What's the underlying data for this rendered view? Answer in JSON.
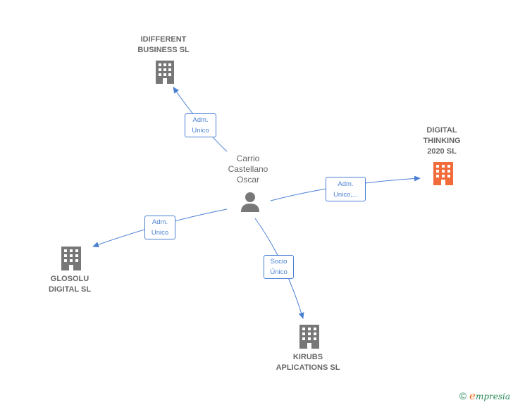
{
  "colors": {
    "edge": "#4a7fd4",
    "company": "#777777",
    "highlight": "#f26b3a",
    "person": "#777777"
  },
  "nodes": {
    "person": {
      "label": "Carrio\nCastellano\nOscar",
      "icon": "person-icon"
    },
    "idifferent": {
      "label": "IDIFFERENT\nBUSINESS  SL",
      "icon": "building-icon"
    },
    "digital_thinking": {
      "label": "DIGITAL\nTHINKING\n2020  SL",
      "icon": "building-icon"
    },
    "glosolu": {
      "label": "GLOSOLU\nDIGITAL  SL",
      "icon": "building-icon"
    },
    "kirubs": {
      "label": "KIRUBS\nAPLICATIONS SL",
      "icon": "building-icon"
    }
  },
  "edges": {
    "idifferent": "Adm.\nUnico",
    "digital_thinking": "Adm.\nUnico,...",
    "glosolu": "Adm.\nUnico",
    "kirubs": "Socio\nÚnico"
  },
  "footer": {
    "copyright": "©",
    "brand_initial": "e",
    "brand_rest": "mpresia"
  }
}
